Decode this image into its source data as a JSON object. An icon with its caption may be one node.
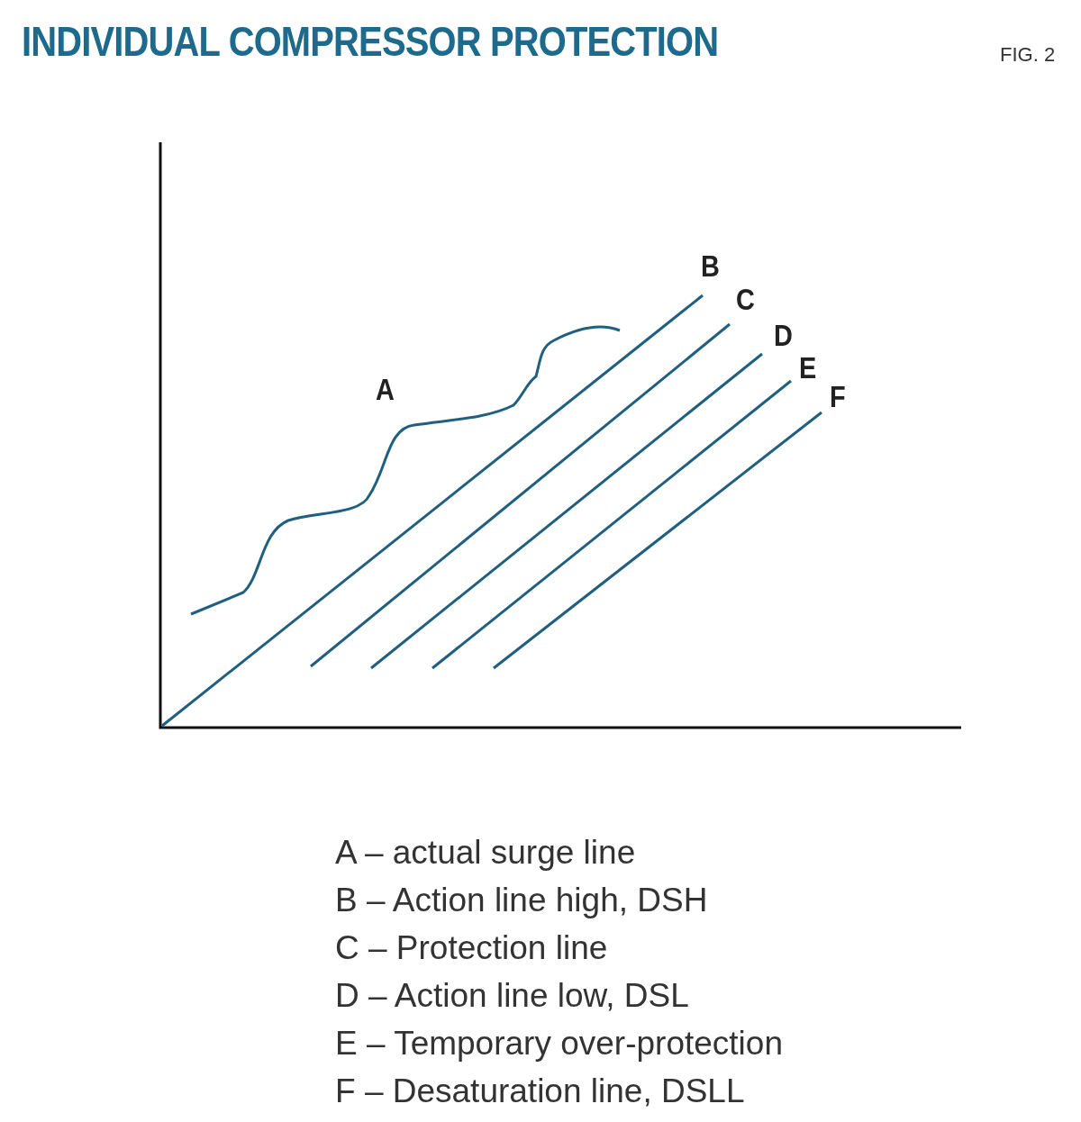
{
  "diagram": {
    "title": "INDIVIDUAL COMPRESSOR PROTECTION",
    "labels": [
      "FIG. 2",
      "B",
      "C",
      "D",
      "E",
      "A",
      "F",
      "A – actual surge line",
      "B – Action line high, DSH",
      "C – Protection line",
      "D – Action line low, DSL",
      "E – Temporary over-protection",
      "F – Desaturation line, DSLL"
    ]
  }
}
